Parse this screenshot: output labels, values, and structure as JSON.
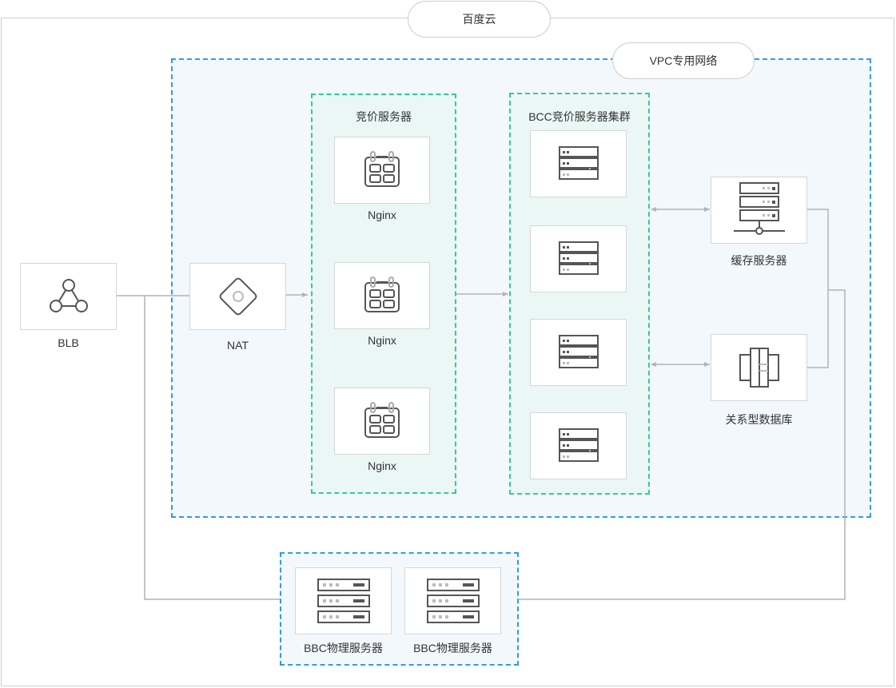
{
  "cloud": {
    "title": "百度云"
  },
  "vpc": {
    "title": "VPC专用网络"
  },
  "blb": {
    "label": "BLB"
  },
  "nat": {
    "label": "NAT"
  },
  "bid_servers": {
    "title": "竞价服务器",
    "items": [
      {
        "label": "Nginx"
      },
      {
        "label": "Nginx"
      },
      {
        "label": "Nginx"
      }
    ]
  },
  "bcc_cluster": {
    "title": "BCC竞价服务器集群",
    "count": 4
  },
  "cache": {
    "label": "缓存服务器"
  },
  "database": {
    "label": "关系型数据库"
  },
  "bbc": {
    "items": [
      {
        "label": "BBC物理服务器"
      },
      {
        "label": "BBC物理服务器"
      }
    ]
  },
  "colors": {
    "vpc_border": "#2f9de4",
    "group_border": "#2fcf8f",
    "line": "#b3b3b3",
    "icon": "#555555"
  }
}
